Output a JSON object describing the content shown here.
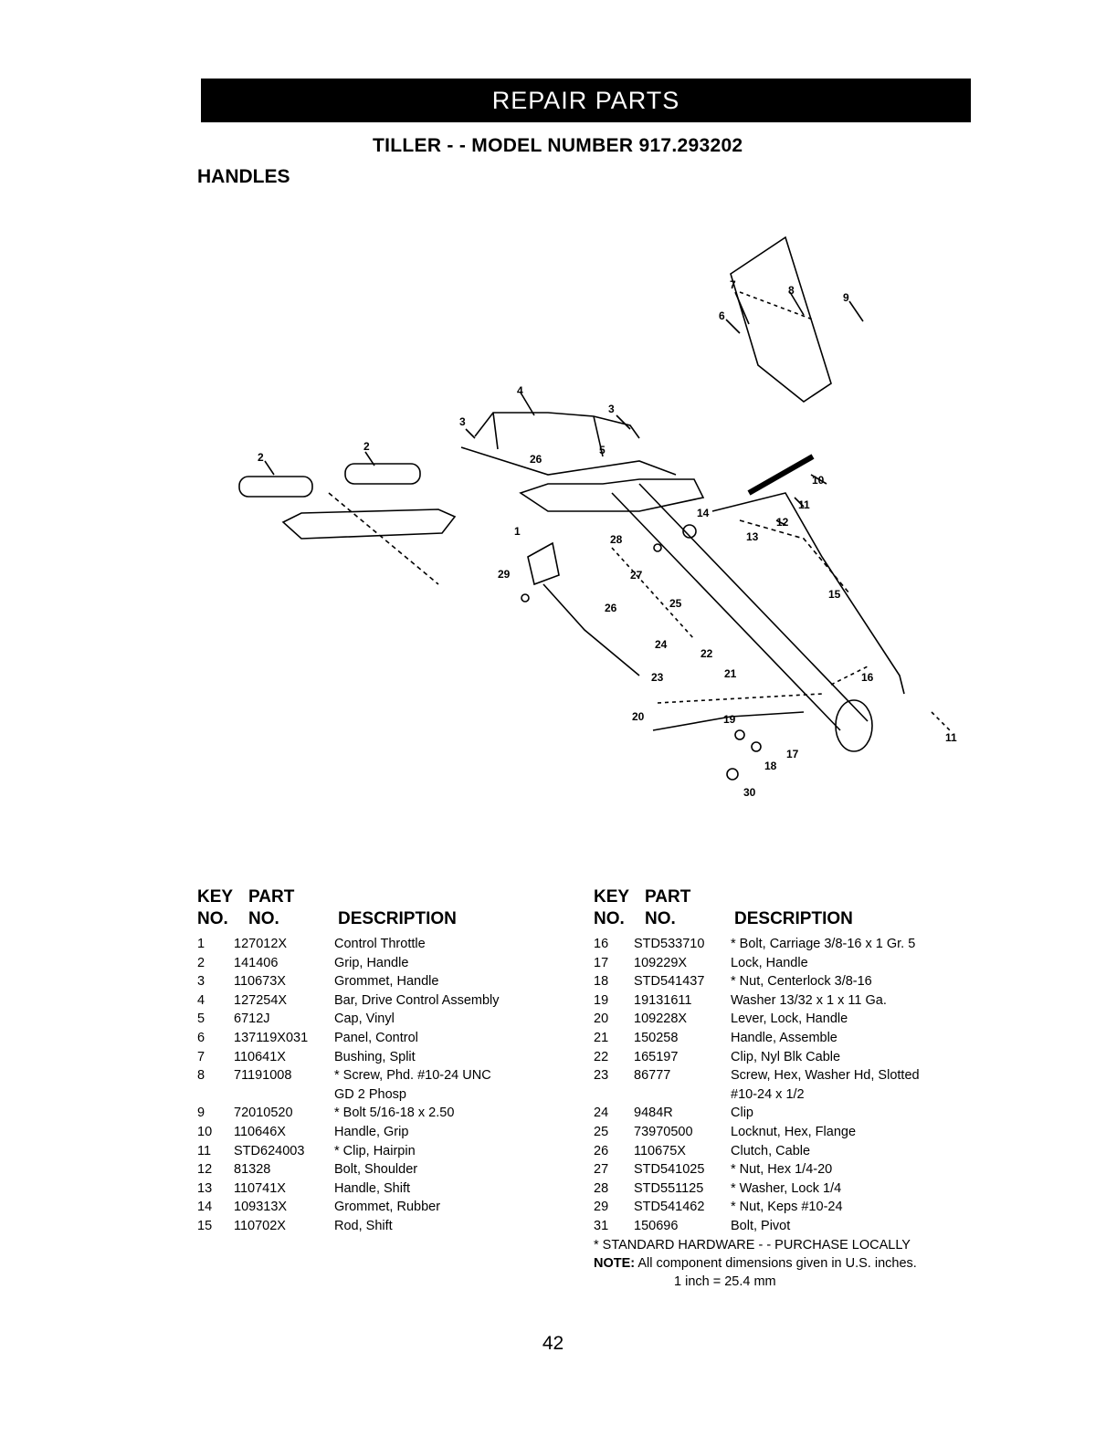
{
  "banner": "REPAIR PARTS",
  "model_title": "TILLER - - MODEL NUMBER 917.293202",
  "section_title": "HANDLES",
  "diagram_labels": [
    "2",
    "2",
    "3",
    "3",
    "4",
    "5",
    "26",
    "1",
    "29",
    "7",
    "8",
    "9",
    "6",
    "10",
    "11",
    "12",
    "13",
    "14",
    "28",
    "27",
    "26",
    "25",
    "24",
    "23",
    "22",
    "21",
    "15",
    "16",
    "20",
    "19",
    "18",
    "17",
    "30",
    "11"
  ],
  "left_table": {
    "header_row1": {
      "key": "KEY",
      "part": "PART"
    },
    "header_row2": {
      "no": "NO.",
      "part_no": "NO.",
      "desc": "DESCRIPTION"
    },
    "rows": [
      {
        "key": "1",
        "part": "127012X",
        "desc": "Control Throttle"
      },
      {
        "key": "2",
        "part": "141406",
        "desc": "Grip, Handle"
      },
      {
        "key": "3",
        "part": "110673X",
        "desc": "Grommet, Handle"
      },
      {
        "key": "4",
        "part": "127254X",
        "desc": "Bar, Drive Control Assembly"
      },
      {
        "key": "5",
        "part": "6712J",
        "desc": "Cap, Vinyl"
      },
      {
        "key": "6",
        "part": "137119X031",
        "desc": "Panel, Control"
      },
      {
        "key": "7",
        "part": "110641X",
        "desc": "Bushing, Split"
      },
      {
        "key": "8",
        "part": "71191008",
        "desc": "* Screw, Phd. #10-24 UNC"
      },
      {
        "key": "",
        "part": "",
        "desc": "GD 2 Phosp"
      },
      {
        "key": "9",
        "part": "72010520",
        "desc": "* Bolt 5/16-18 x 2.50"
      },
      {
        "key": "10",
        "part": "110646X",
        "desc": "Handle, Grip"
      },
      {
        "key": "11",
        "part": "STD624003",
        "desc": "* Clip, Hairpin"
      },
      {
        "key": "12",
        "part": "81328",
        "desc": "Bolt, Shoulder"
      },
      {
        "key": "13",
        "part": "110741X",
        "desc": "Handle, Shift"
      },
      {
        "key": "14",
        "part": "109313X",
        "desc": "Grommet, Rubber"
      },
      {
        "key": "15",
        "part": "110702X",
        "desc": "Rod, Shift"
      }
    ]
  },
  "right_table": {
    "header_row1": {
      "key": "KEY",
      "part": "PART"
    },
    "header_row2": {
      "no": "NO.",
      "part_no": "NO.",
      "desc": "DESCRIPTION"
    },
    "rows": [
      {
        "key": "16",
        "part": "STD533710",
        "desc": "* Bolt, Carriage 3/8-16 x 1 Gr. 5"
      },
      {
        "key": "17",
        "part": "109229X",
        "desc": "Lock, Handle"
      },
      {
        "key": "18",
        "part": "STD541437",
        "desc": "* Nut, Centerlock 3/8-16"
      },
      {
        "key": "19",
        "part": "19131611",
        "desc": "Washer 13/32 x 1 x 11 Ga."
      },
      {
        "key": "20",
        "part": "109228X",
        "desc": "Lever, Lock, Handle"
      },
      {
        "key": "21",
        "part": "150258",
        "desc": "Handle, Assemble"
      },
      {
        "key": "22",
        "part": "165197",
        "desc": "Clip, Nyl Blk Cable"
      },
      {
        "key": "23",
        "part": "86777",
        "desc": "Screw, Hex, Washer Hd, Slotted"
      },
      {
        "key": "",
        "part": "",
        "desc": "#10-24 x 1/2"
      },
      {
        "key": "24",
        "part": "9484R",
        "desc": "Clip"
      },
      {
        "key": "25",
        "part": "73970500",
        "desc": "Locknut, Hex, Flange"
      },
      {
        "key": "26",
        "part": "110675X",
        "desc": "Clutch, Cable"
      },
      {
        "key": "27",
        "part": "STD541025",
        "desc": "* Nut, Hex 1/4-20"
      },
      {
        "key": "28",
        "part": "STD551125",
        "desc": "* Washer, Lock 1/4"
      },
      {
        "key": "29",
        "part": "STD541462",
        "desc": "* Nut, Keps #10-24"
      },
      {
        "key": "31",
        "part": "150696",
        "desc": "Bolt, Pivot"
      }
    ],
    "footnote": "* STANDARD HARDWARE - - PURCHASE LOCALLY",
    "note_label": "NOTE:",
    "note_text": "All component dimensions given in U.S. inches.",
    "note_line2": "1 inch = 25.4 mm"
  },
  "page_number": "42"
}
